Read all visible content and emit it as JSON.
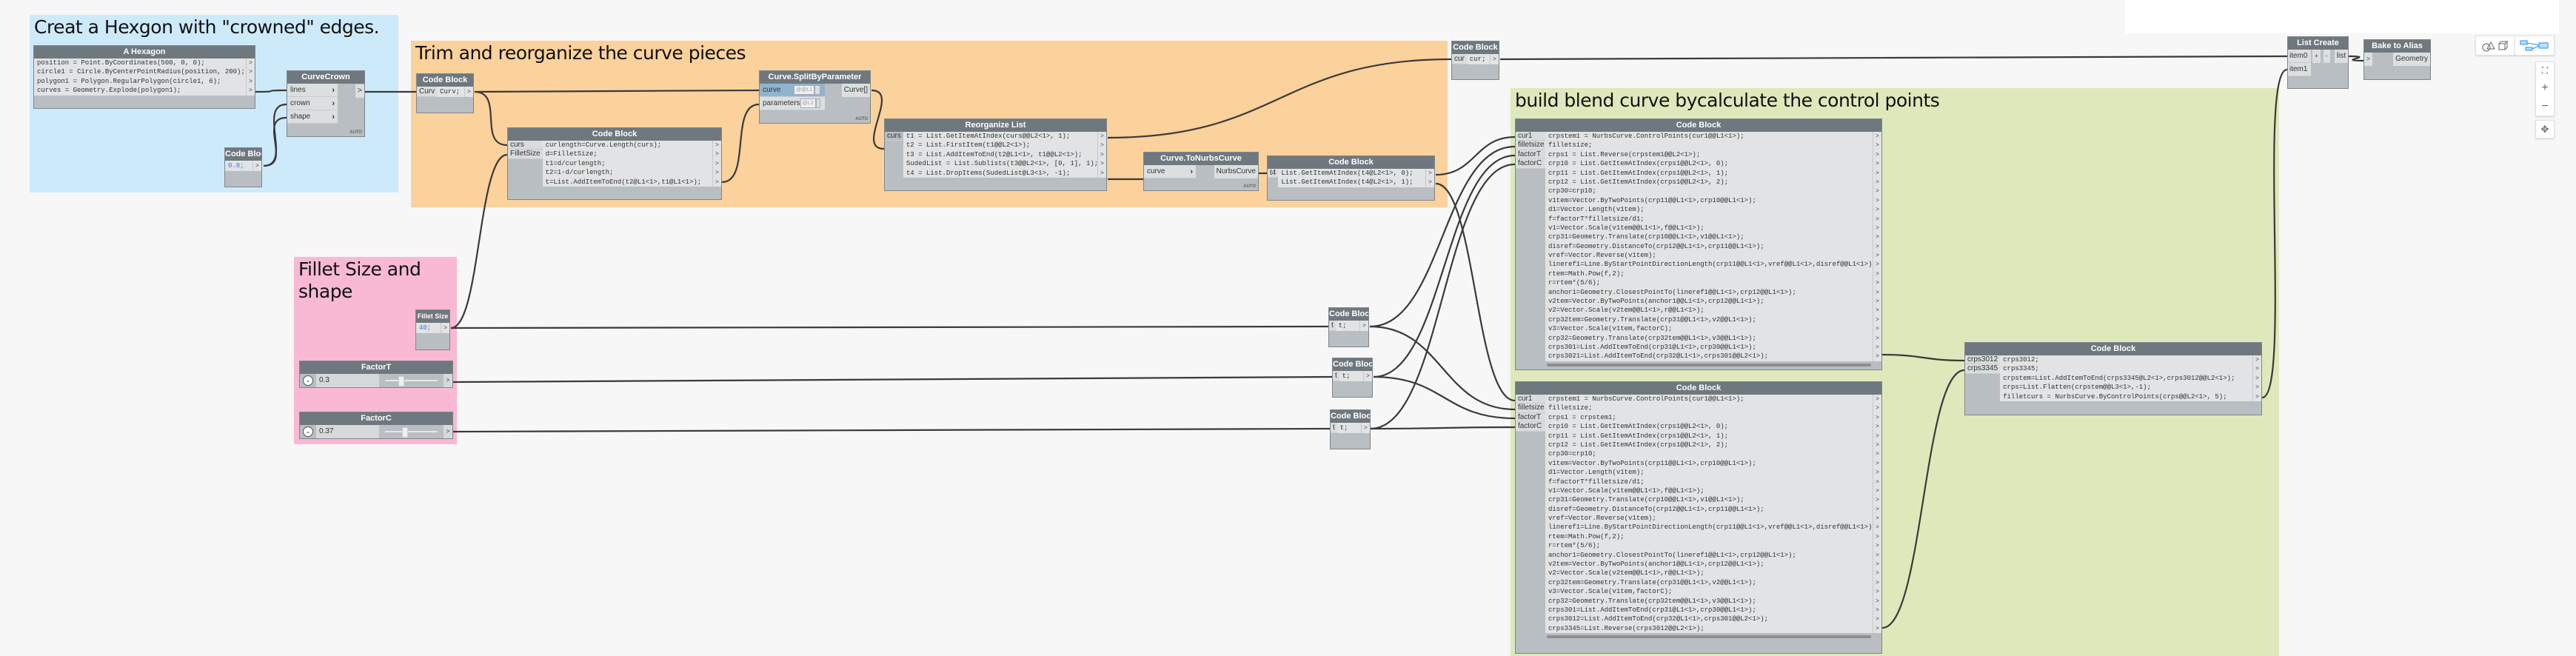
{
  "port_glyph": ">",
  "groups": {
    "hexagon": "Creat a Hexgon with \"crowned\" edges.",
    "trim": "Trim and reorganize the curve pieces",
    "fillet": "Fillet Size and shape",
    "blend": "build blend curve bycalculate the control points"
  },
  "colors": {
    "group_blue": "#cdeafb",
    "group_orange": "#fbd19c",
    "group_pink": "#f9b9d4",
    "group_green": "#dfe8bb",
    "node_header": "#6f787e",
    "wire": "#3a3a3a",
    "accent_blue": "#1e90ff"
  },
  "nodes": {
    "hexagon": {
      "title": "A Hexagon",
      "code": [
        "position = Point.ByCoordinates(500, 0, 0);",
        "circle1 = Circle.ByCenterPointRadius(position, 200);",
        "polygon1 = Polygon.RegularPolygon(circle1, 6);",
        "curves = Geometry.Explode(polygon1);"
      ]
    },
    "curve_crown": {
      "title": "CurveCrown",
      "inputs": [
        "lines",
        "crown",
        "shape"
      ],
      "lacing": "AUTO"
    },
    "cb_08": {
      "title": "Code Block",
      "code": [
        "0.8;"
      ]
    },
    "cb_curv": {
      "title": "Code Block",
      "inputs": [
        "Curv"
      ],
      "code": [
        "Curv;"
      ]
    },
    "cb_param": {
      "title": "Code Block",
      "inputs": [
        "curs",
        "FilletSize"
      ],
      "code": [
        "curlength=Curve.Length(curs);",
        "d=FilletSize;",
        "t1=d/curlength;",
        "t2=1-d/curlength;",
        "t=List.AddItemToEnd(t2@L1<1>,t1@L1<1>);"
      ]
    },
    "split": {
      "title": "Curve.SplitByParameter",
      "inputs": [
        "curve",
        "parameters"
      ],
      "levels": [
        "@@L1",
        "@L2"
      ],
      "output": "Curve[]",
      "lacing": "AUTO"
    },
    "reorg": {
      "title": "Reorganize List",
      "inputs": [
        "curs"
      ],
      "code": [
        "t1 = List.GetItemAtIndex(curs@@L2<1>, 1);",
        "t2 = List.FirstItem(t1@@L2<1>);",
        "t3 = List.AddItemToEnd(t2@L1<1>, t1@@L2<1>);",
        "SudedList = List.Sublists(t3@@L2<1>, [0, 1], 1);",
        "t4 = List.DropItems(SudedList@L3<1>, -1);"
      ]
    },
    "to_nurbs": {
      "title": "Curve.ToNurbsCurve",
      "inputs": [
        "curve"
      ],
      "output": "NurbsCurve",
      "lacing": "AUTO"
    },
    "cb_t4": {
      "title": "Code Block",
      "inputs": [
        "t4"
      ],
      "code": [
        "List.GetItemAtIndex(t4@L2<1>, 0);",
        "List.GetItemAtIndex(t4@L2<1>, 1);"
      ]
    },
    "cb_cur": {
      "title": "Code Block",
      "inputs": [
        "cur"
      ],
      "code": [
        "cur;"
      ]
    },
    "fillet_size": {
      "title": "Fillet Size",
      "code": [
        "40;"
      ]
    },
    "factor_t": {
      "title": "FactorT",
      "value": "0.3",
      "fraction": 0.3
    },
    "factor_c": {
      "title": "FactorC",
      "value": "0.37",
      "fraction": 0.37
    },
    "cb_t1": {
      "title": "Code Block",
      "inputs": [
        "t"
      ],
      "code": [
        "t;"
      ]
    },
    "cb_t2": {
      "title": "Code Block",
      "inputs": [
        "t"
      ],
      "code": [
        "t;"
      ]
    },
    "cb_t3": {
      "title": "Code Block",
      "inputs": [
        "t"
      ],
      "code": [
        "t;"
      ]
    },
    "blend1": {
      "title": "Code Block",
      "inputs": [
        "cur1",
        "filletsize",
        "factorT",
        "factorC"
      ],
      "code": [
        "crpstem1 = NurbsCurve.ControlPoints(cur1@@L1<1>);",
        "filletsize;",
        "crps1 = List.Reverse(crpstem1@@L2<1>);",
        "crp10 = List.GetItemAtIndex(crps1@@L2<1>, 0);",
        "crp11 = List.GetItemAtIndex(crps1@@L2<1>, 1);",
        "crp12 = List.GetItemAtIndex(crps1@@L2<1>, 2);",
        "crp30=crp10;",
        "v1tem=Vector.ByTwoPoints(crp11@@L1<1>,crp10@@L1<1>);",
        "d1=Vector.Length(v1tem);",
        "f=factorT*filletsize/d1;",
        "v1=Vector.Scale(v1tem@@L1<1>,f@@L1<1>);",
        "crp31=Geometry.Translate(crp10@@L1<1>,v1@@L1<1>);",
        "disref=Geometry.DistanceTo(crp12@@L1<1>,crp11@@L1<1>);",
        "vref=Vector.Reverse(v1tem);",
        "lineref1=Line.ByStartPointDirectionLength(crp11@@L1<1>,vref@@L1<1>,disref@@L1<1>);",
        "rtem=Math.Pow(f,2);",
        "r=rtem*(5/6);",
        "anchor1=Geometry.ClosestPointTo(lineref1@@L1<1>,crp12@@L1<1>);",
        "v2tem=Vector.ByTwoPoints(anchor1@@L1<1>,crp12@@L1<1>);",
        "v2=Vector.Scale(v2tem@@L1<1>,r@@L1<1>);",
        "crp32tem=Geometry.Translate(crp31@@L1<1>,v2@@L1<1>);",
        "v3=Vector.Scale(v1tem,factorC);",
        "crp32=Geometry.Translate(crp32tem@@L1<1>,v3@@L1<1>);",
        "crps301=List.AddItemToEnd(crp31@L1<1>,crp30@@L1<1>);",
        "crps3021=List.AddItemToEnd(crp32@L1<1>,crps301@@L2<1>);"
      ]
    },
    "blend2": {
      "title": "Code Block",
      "inputs": [
        "cur1",
        "filletsize",
        "factorT",
        "factorC"
      ],
      "code": [
        "crpstem1 = NurbsCurve.ControlPoints(cur1@@L1<1>);",
        "filletsize;",
        "crps1 = crpstem1;",
        "crp10 = List.GetItemAtIndex(crps1@@L2<1>, 0);",
        "crp11 = List.GetItemAtIndex(crps1@@L2<1>, 1);",
        "crp12 = List.GetItemAtIndex(crps1@@L2<1>, 2);",
        "crp30=crp10;",
        "v1tem=Vector.ByTwoPoints(crp11@@L1<1>,crp10@@L1<1>);",
        "d1=Vector.Length(v1tem);",
        "f=factorT*filletsize/d1;",
        "v1=Vector.Scale(v1tem@@L1<1>,f@@L1<1>);",
        "crp31=Geometry.Translate(crp10@@L1<1>,v1@@L1<1>);",
        "disref=Geometry.DistanceTo(crp12@@L1<1>,crp11@@L1<1>);",
        "vref=Vector.Reverse(v1tem);",
        "lineref1=Line.ByStartPointDirectionLength(crp11@@L1<1>,vref@@L1<1>,disref@@L1<1>);",
        "rtem=Math.Pow(f,2);",
        "r=rtem*(5/6);",
        "anchor1=Geometry.ClosestPointTo(lineref1@@L1<1>,crp12@@L1<1>);",
        "v2tem=Vector.ByTwoPoints(anchor1@@L1<1>,crp12@@L1<1>);",
        "v2=Vector.Scale(v2tem@@L1<1>,r@@L1<1>);",
        "crp32tem=Geometry.Translate(crp31@@L1<1>,v2@@L1<1>);",
        "v3=Vector.Scale(v1tem,factorC);",
        "crp32=Geometry.Translate(crp32tem@@L1<1>,v3@@L1<1>);",
        "crps301=List.AddItemToEnd(crp31@L1<1>,crp30@@L1<1>);",
        "crps3012=List.AddItemToEnd(crp32@L1<1>,crps301@@L2<1>);",
        "crps3345=List.Reverse(crps3012@@L2<1>);"
      ]
    },
    "combine": {
      "title": "Code Block",
      "inputs": [
        "crps3012",
        "crps3345"
      ],
      "code": [
        "crps3012;",
        "crps3345;",
        "crpstem=List.AddItemToEnd(crps3345@L2<1>,crps3012@@L2<1>);",
        "crps=List.Flatten(crpstem@@L3<1>,-1);",
        "filletcurs = NurbsCurve.ByControlPoints(crps@@L2<1>, 5);"
      ]
    },
    "list_create": {
      "title": "List Create",
      "inputs": [
        "item0",
        "item1"
      ],
      "add": "+",
      "remove": "-",
      "output": "list"
    },
    "bake": {
      "title": "Bake to Alias",
      "output": "Geometry"
    }
  }
}
